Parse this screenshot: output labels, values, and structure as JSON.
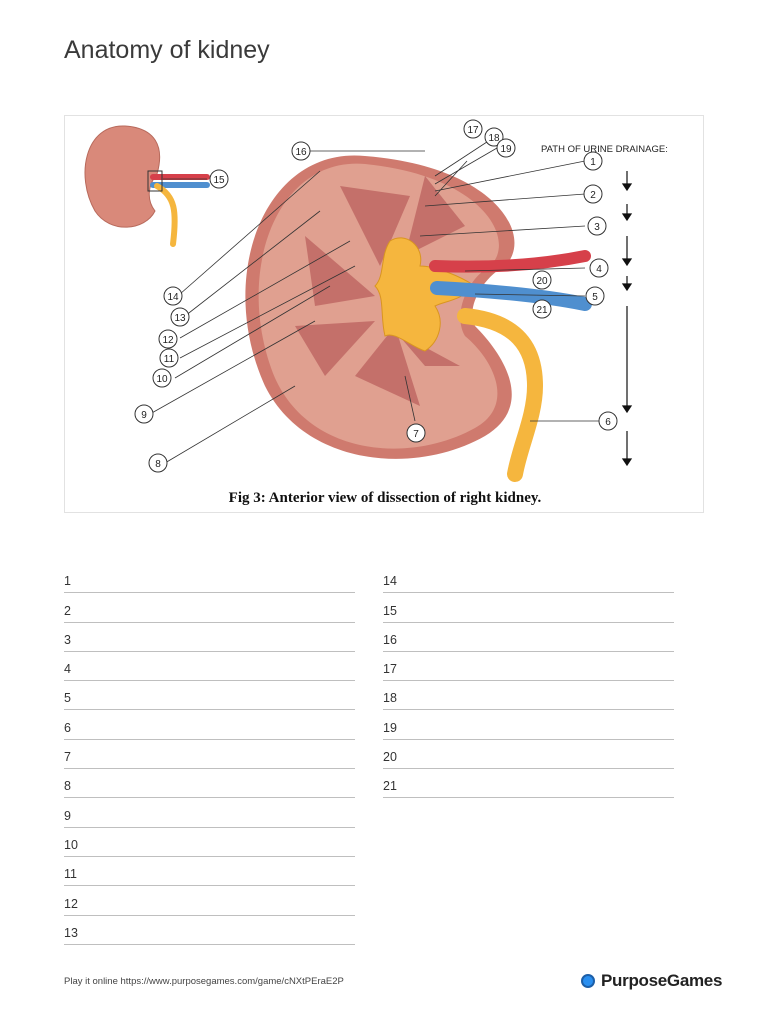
{
  "page": {
    "title": "Anatomy of kidney",
    "footer": "Play it online https://www.purposegames.com/game/cNXtPEraE2P",
    "brand": "PurposeGames"
  },
  "figure": {
    "caption": "Fig 3: Anterior view of dissection of right kidney.",
    "path_title": "PATH OF URINE DRAINAGE:",
    "markers": [
      "1",
      "2",
      "3",
      "4",
      "5",
      "6",
      "7",
      "8",
      "9",
      "10",
      "11",
      "12",
      "13",
      "14",
      "15",
      "16",
      "17",
      "18",
      "19",
      "20",
      "21"
    ]
  },
  "answers": {
    "left": [
      "1",
      "2",
      "3",
      "4",
      "5",
      "6",
      "7",
      "8",
      "9",
      "10",
      "11",
      "12",
      "13"
    ],
    "right": [
      "14",
      "15",
      "16",
      "17",
      "18",
      "19",
      "20",
      "21"
    ]
  },
  "colors": {
    "cortex": "#d98f80",
    "pyramid": "#c4706a",
    "pelvis": "#f5b63e",
    "artery": "#d6404a",
    "vein": "#4f8fcf",
    "brand_dot": "#2a8ff0"
  }
}
